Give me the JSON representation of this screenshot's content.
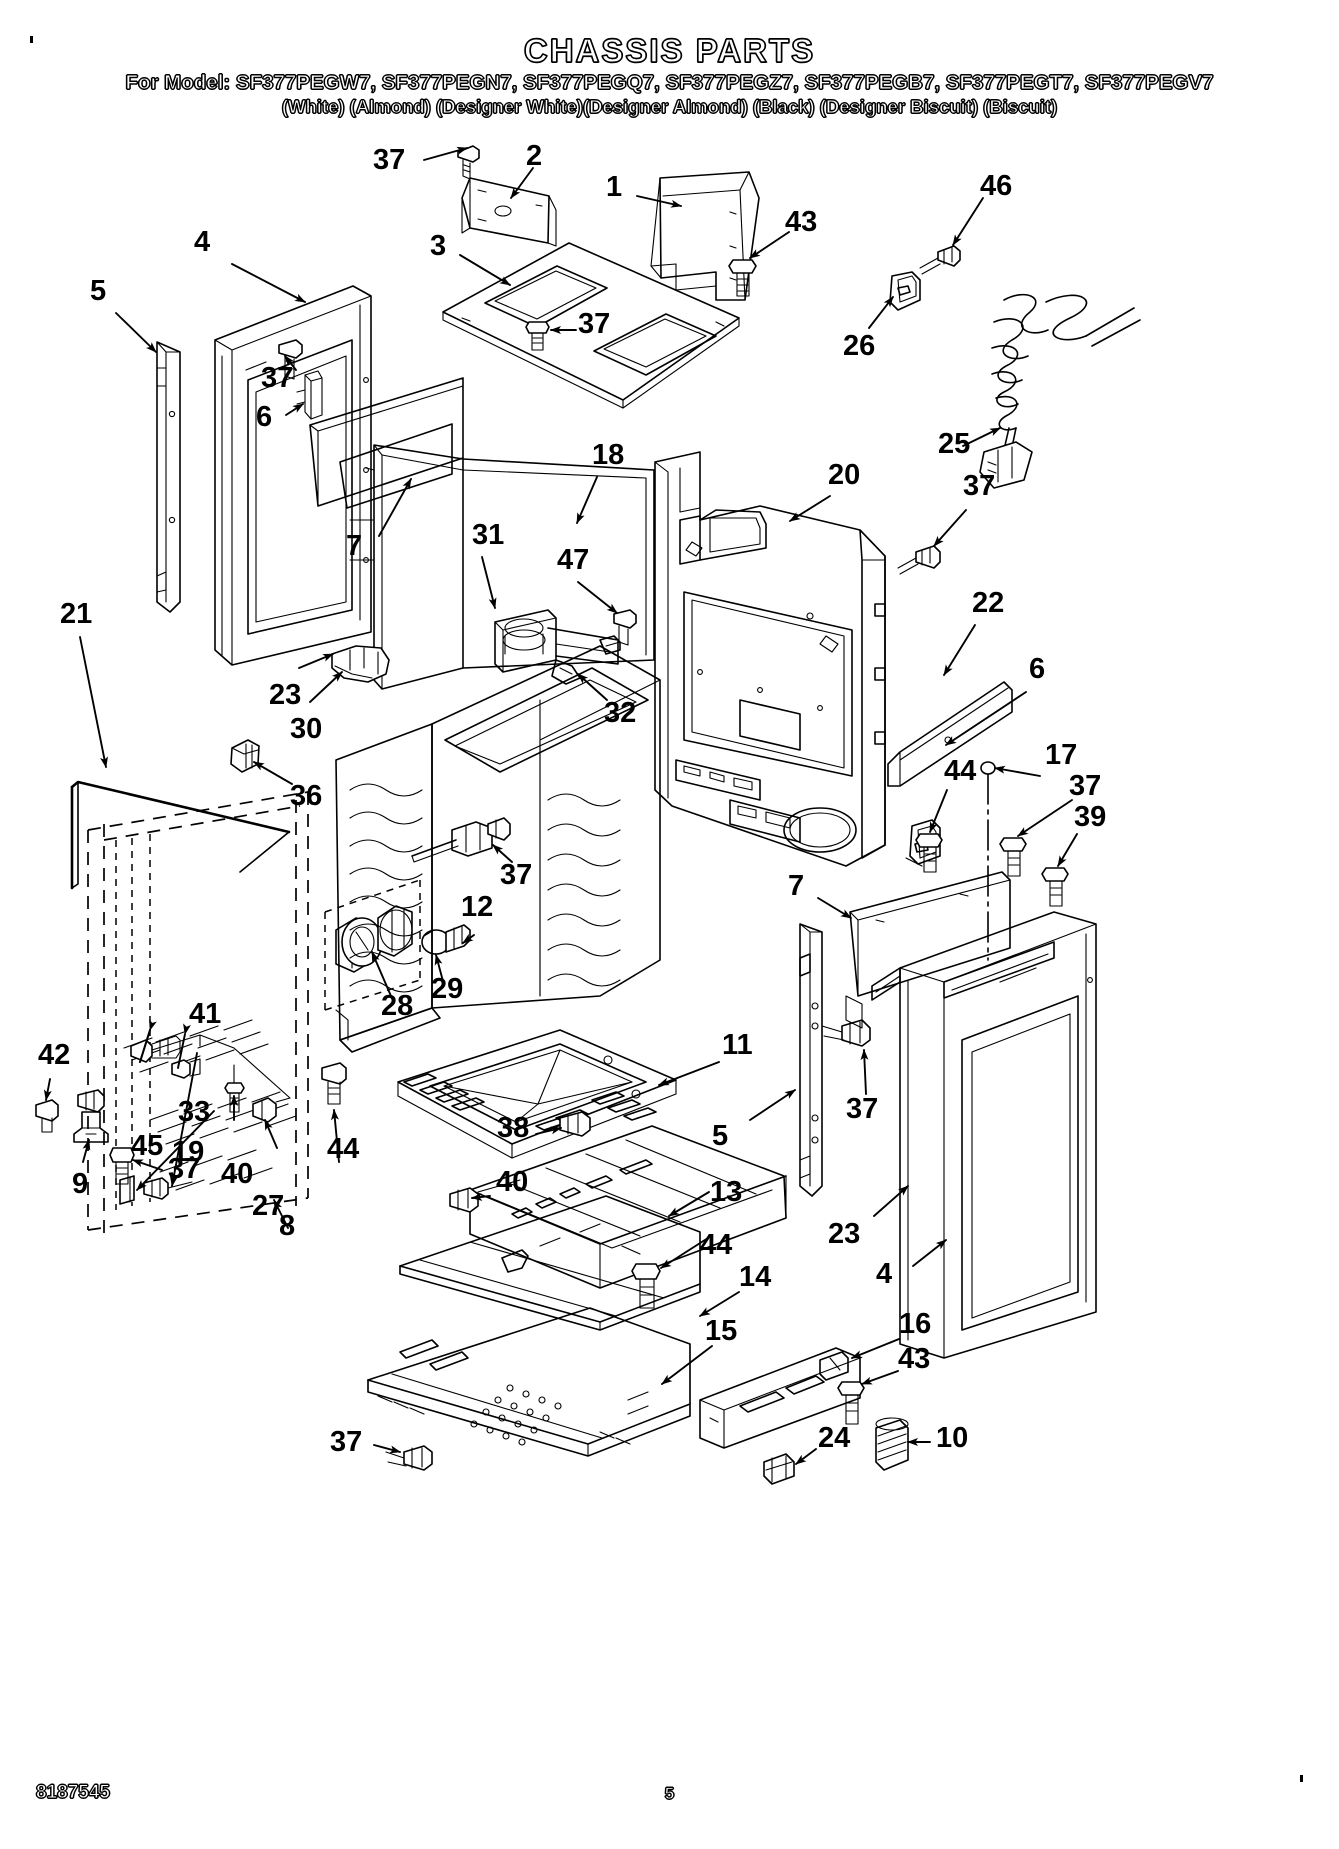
{
  "document": {
    "title": "CHASSIS PARTS",
    "model_line": "For Model: SF377PEGW7, SF377PEGN7, SF377PEGQ7, SF377PEGZ7, SF377PEGB7, SF377PEGT7, SF377PEGV7",
    "color_line": "(White)      (Almond)  (Designer White)(Designer Almond)  (Black)    (Designer Biscuit) (Biscuit)",
    "footer_doc_number": "8187545",
    "footer_page_number": "5"
  },
  "callouts": [
    {
      "id": "c-37-a",
      "label": "37"
    },
    {
      "id": "c-2",
      "label": "2"
    },
    {
      "id": "c-1",
      "label": "1"
    },
    {
      "id": "c-43-a",
      "label": "43"
    },
    {
      "id": "c-46",
      "label": "46"
    },
    {
      "id": "c-4-a",
      "label": "4"
    },
    {
      "id": "c-3",
      "label": "3"
    },
    {
      "id": "c-37-b",
      "label": "37"
    },
    {
      "id": "c-5-a",
      "label": "5"
    },
    {
      "id": "c-37-c",
      "label": "37"
    },
    {
      "id": "c-6-a",
      "label": "6"
    },
    {
      "id": "c-26",
      "label": "26"
    },
    {
      "id": "c-25",
      "label": "25"
    },
    {
      "id": "c-20",
      "label": "20"
    },
    {
      "id": "c-37-d",
      "label": "37"
    },
    {
      "id": "c-18",
      "label": "18"
    },
    {
      "id": "c-7-a",
      "label": "7"
    },
    {
      "id": "c-31",
      "label": "31"
    },
    {
      "id": "c-47",
      "label": "47"
    },
    {
      "id": "c-22",
      "label": "22"
    },
    {
      "id": "c-6-b",
      "label": "6"
    },
    {
      "id": "c-21",
      "label": "21"
    },
    {
      "id": "c-23-a",
      "label": "23"
    },
    {
      "id": "c-30",
      "label": "30"
    },
    {
      "id": "c-32",
      "label": "32"
    },
    {
      "id": "c-36",
      "label": "36"
    },
    {
      "id": "c-44-a",
      "label": "44"
    },
    {
      "id": "c-17",
      "label": "17"
    },
    {
      "id": "c-37-e",
      "label": "37"
    },
    {
      "id": "c-39",
      "label": "39"
    },
    {
      "id": "c-45",
      "label": "45"
    },
    {
      "id": "c-19",
      "label": "19"
    },
    {
      "id": "c-40-a",
      "label": "40"
    },
    {
      "id": "c-27",
      "label": "27"
    },
    {
      "id": "c-12",
      "label": "12"
    },
    {
      "id": "c-37-f",
      "label": "37"
    },
    {
      "id": "c-7-b",
      "label": "7"
    },
    {
      "id": "c-41",
      "label": "41"
    },
    {
      "id": "c-42",
      "label": "42"
    },
    {
      "id": "c-33",
      "label": "33"
    },
    {
      "id": "c-28",
      "label": "28"
    },
    {
      "id": "c-29",
      "label": "29"
    },
    {
      "id": "c-9",
      "label": "9"
    },
    {
      "id": "c-37-g",
      "label": "37"
    },
    {
      "id": "c-8",
      "label": "8"
    },
    {
      "id": "c-44-b",
      "label": "44"
    },
    {
      "id": "c-11",
      "label": "11"
    },
    {
      "id": "c-38",
      "label": "38"
    },
    {
      "id": "c-5-b",
      "label": "5"
    },
    {
      "id": "c-13",
      "label": "13"
    },
    {
      "id": "c-40-b",
      "label": "40"
    },
    {
      "id": "c-44-c",
      "label": "44"
    },
    {
      "id": "c-37-h",
      "label": "37"
    },
    {
      "id": "c-23-b",
      "label": "23"
    },
    {
      "id": "c-4-b",
      "label": "4"
    },
    {
      "id": "c-14",
      "label": "14"
    },
    {
      "id": "c-15",
      "label": "15"
    },
    {
      "id": "c-37-i",
      "label": "37"
    },
    {
      "id": "c-16",
      "label": "16"
    },
    {
      "id": "c-43-b",
      "label": "43"
    },
    {
      "id": "c-24",
      "label": "24"
    },
    {
      "id": "c-10",
      "label": "10"
    }
  ],
  "style": {
    "line_color": "#000000",
    "background_color": "#ffffff"
  }
}
